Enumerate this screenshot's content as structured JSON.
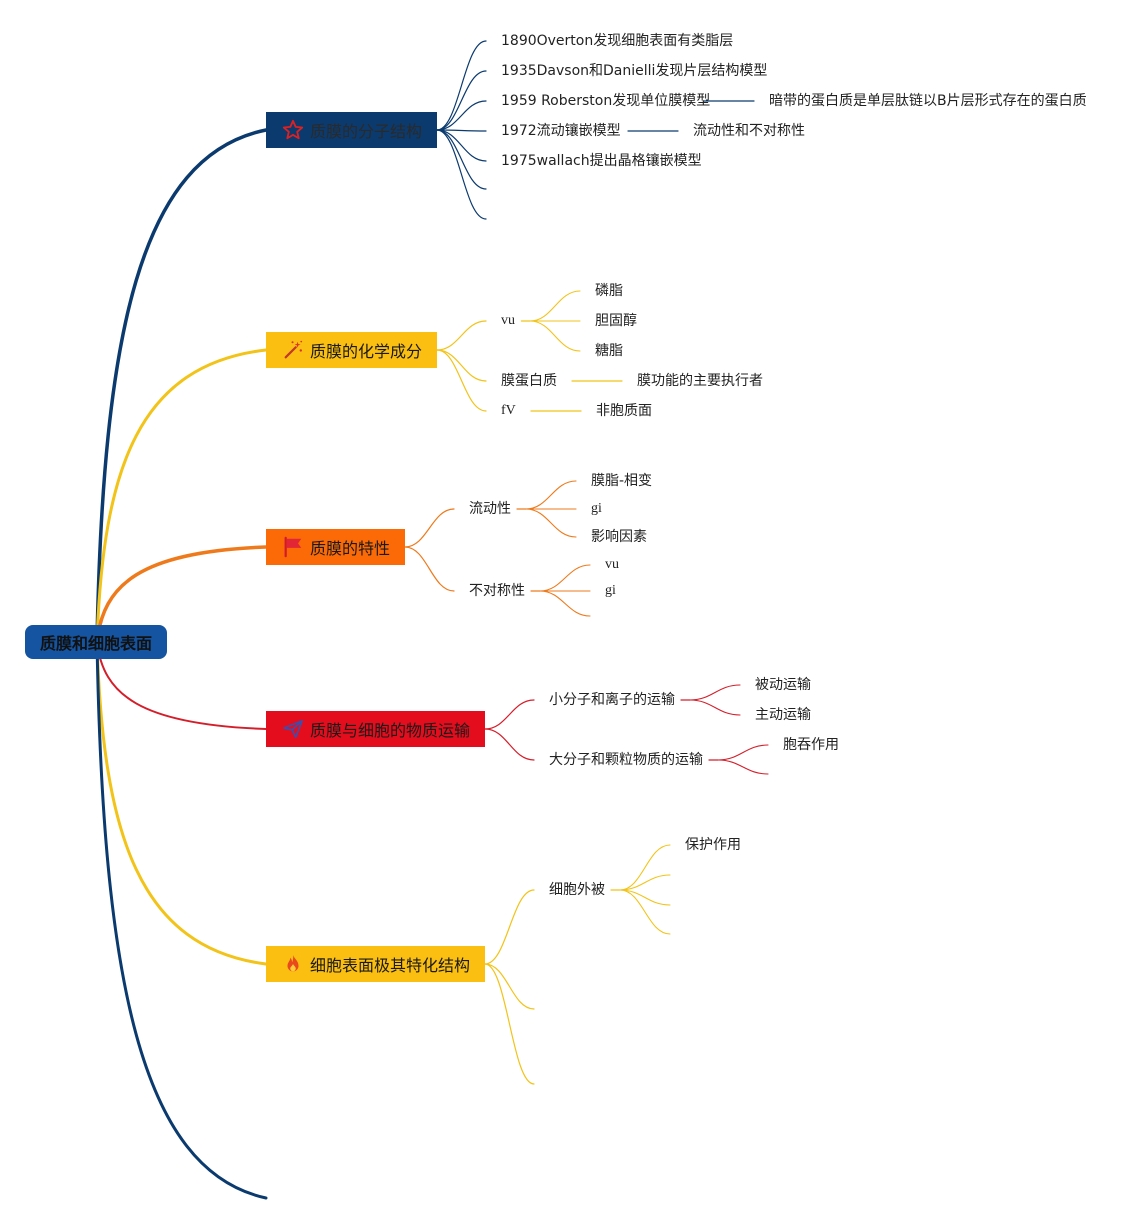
{
  "root": {
    "label": "质膜和细胞表面",
    "bg": "#1554a0",
    "text": "#111111"
  },
  "branches": [
    {
      "id": "b1",
      "label": "质膜的分子结构",
      "icon": "star-icon",
      "bg": "#0b3a6e",
      "color": "#0b3a6e",
      "text": "#2a2a2a",
      "children": [
        {
          "id": "b1c1",
          "label": "1890Overton发现细胞表面有类脂层"
        },
        {
          "id": "b1c2",
          "label": "1935Davson和Danielli发现片层结构模型"
        },
        {
          "id": "b1c3",
          "label": "1959 Roberston发现单位膜模型",
          "note": "暗带的蛋白质是单层肽链以B片层形式存在的蛋白质"
        },
        {
          "id": "b1c4",
          "label": "1972流动镶嵌模型",
          "note": "流动性和不对称性"
        },
        {
          "id": "b1c5",
          "label": "1975wallach提出晶格镶嵌模型"
        },
        {
          "id": "b1c6",
          "label": ""
        },
        {
          "id": "b1c7",
          "label": ""
        }
      ]
    },
    {
      "id": "b2",
      "label": "质膜的化学成分",
      "icon": "magic-wand-icon",
      "bg": "#fbbf11",
      "color": "#f2c318",
      "text": "#1a1a1a",
      "children": [
        {
          "id": "b2c1",
          "label": "vu",
          "children": [
            {
              "id": "b2c1a",
              "label": "磷脂"
            },
            {
              "id": "b2c1b",
              "label": "胆固醇"
            },
            {
              "id": "b2c1c",
              "label": "糖脂"
            }
          ]
        },
        {
          "id": "b2c2",
          "label": "膜蛋白质",
          "note": "膜功能的主要执行者"
        },
        {
          "id": "b2c3",
          "label": "fV",
          "note": "非胞质面"
        }
      ]
    },
    {
      "id": "b3",
      "label": "质膜的特性",
      "icon": "flag-icon",
      "bg": "#fb6a06",
      "color": "#ee7a1c",
      "text": "#1a1a1a",
      "children": [
        {
          "id": "b3c1",
          "label": "流动性",
          "children": [
            {
              "id": "b3c1a",
              "label": "膜脂-相变"
            },
            {
              "id": "b3c1b",
              "label": "gi"
            },
            {
              "id": "b3c1c",
              "label": "影响因素"
            }
          ]
        },
        {
          "id": "b3c2",
          "label": "不对称性",
          "children": [
            {
              "id": "b3c2a",
              "label": "vu"
            },
            {
              "id": "b3c2b",
              "label": "gi"
            },
            {
              "id": "b3c2c",
              "label": ""
            }
          ]
        }
      ]
    },
    {
      "id": "b4",
      "label": "质膜与细胞的物质运输",
      "icon": "paper-plane-icon",
      "bg": "#e40d1d",
      "color": "#d41e2a",
      "text": "#1a1a1a",
      "children": [
        {
          "id": "b4c1",
          "label": "小分子和离子的运输",
          "children": [
            {
              "id": "b4c1a",
              "label": "被动运输"
            },
            {
              "id": "b4c1b",
              "label": "主动运输"
            }
          ]
        },
        {
          "id": "b4c2",
          "label": "大分子和颗粒物质的运输",
          "children": [
            {
              "id": "b4c2a",
              "label": "胞吞作用"
            },
            {
              "id": "b4c2b",
              "label": ""
            }
          ]
        }
      ]
    },
    {
      "id": "b5",
      "label": "细胞表面极其特化结构",
      "icon": "fire-icon",
      "bg": "#fbbf11",
      "color": "#f2c318",
      "text": "#1a1a1a",
      "children": [
        {
          "id": "b5c1",
          "label": "细胞外被",
          "children": [
            {
              "id": "b5c1a",
              "label": "保护作用"
            },
            {
              "id": "b5c1b",
              "label": ""
            },
            {
              "id": "b5c1c",
              "label": ""
            },
            {
              "id": "b5c1d",
              "label": ""
            }
          ]
        },
        {
          "id": "b5c2",
          "label": ""
        },
        {
          "id": "b5c3",
          "label": ""
        }
      ]
    },
    {
      "id": "b6",
      "label": "",
      "color": "#0b3a6e",
      "empty": true
    }
  ]
}
